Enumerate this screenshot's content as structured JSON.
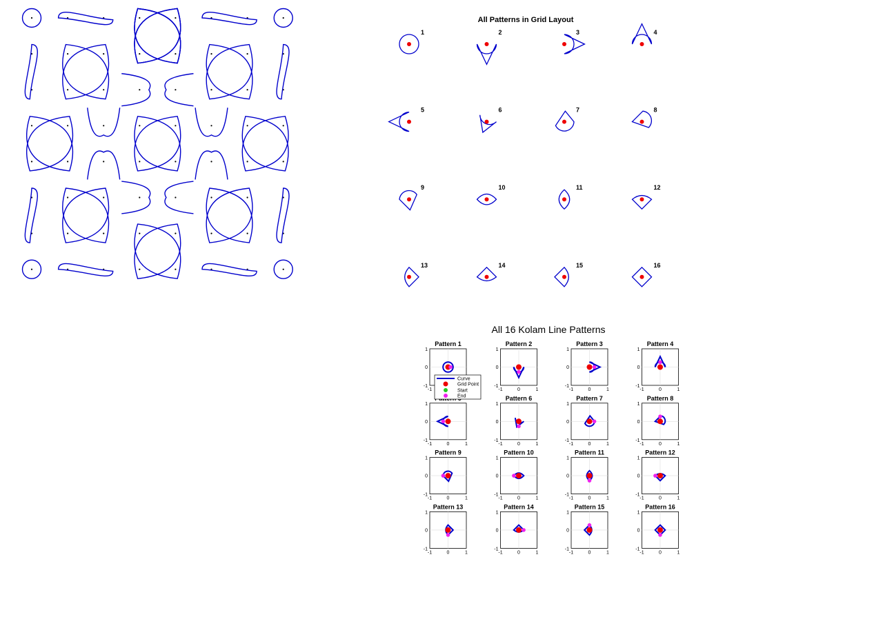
{
  "colors": {
    "curve": "#0000cc",
    "grid_point": "#ee0000",
    "start": "#22cc22",
    "end": "#ee22ee",
    "dot": "#000000"
  },
  "grid_panel": {
    "title": "All Patterns in Grid Layout",
    "pattern_numbers": [
      "1",
      "2",
      "3",
      "4",
      "5",
      "6",
      "7",
      "8",
      "9",
      "10",
      "11",
      "12",
      "13",
      "14",
      "15",
      "16"
    ]
  },
  "subplots_panel": {
    "title": "All 16 Kolam Line Patterns",
    "pattern_titles": [
      "Pattern 1",
      "Pattern 2",
      "Pattern 3",
      "Pattern 4",
      "Pattern 5",
      "Pattern 6",
      "Pattern 7",
      "Pattern 8",
      "Pattern 9",
      "Pattern 10",
      "Pattern 11",
      "Pattern 12",
      "Pattern 13",
      "Pattern 14",
      "Pattern 15",
      "Pattern 16"
    ],
    "tick_labels": [
      "-1",
      "0",
      "1"
    ],
    "legend": [
      "Curve",
      "Grid Point",
      "Start",
      "End"
    ]
  },
  "kolam_panel": {
    "grid_size": 8
  }
}
